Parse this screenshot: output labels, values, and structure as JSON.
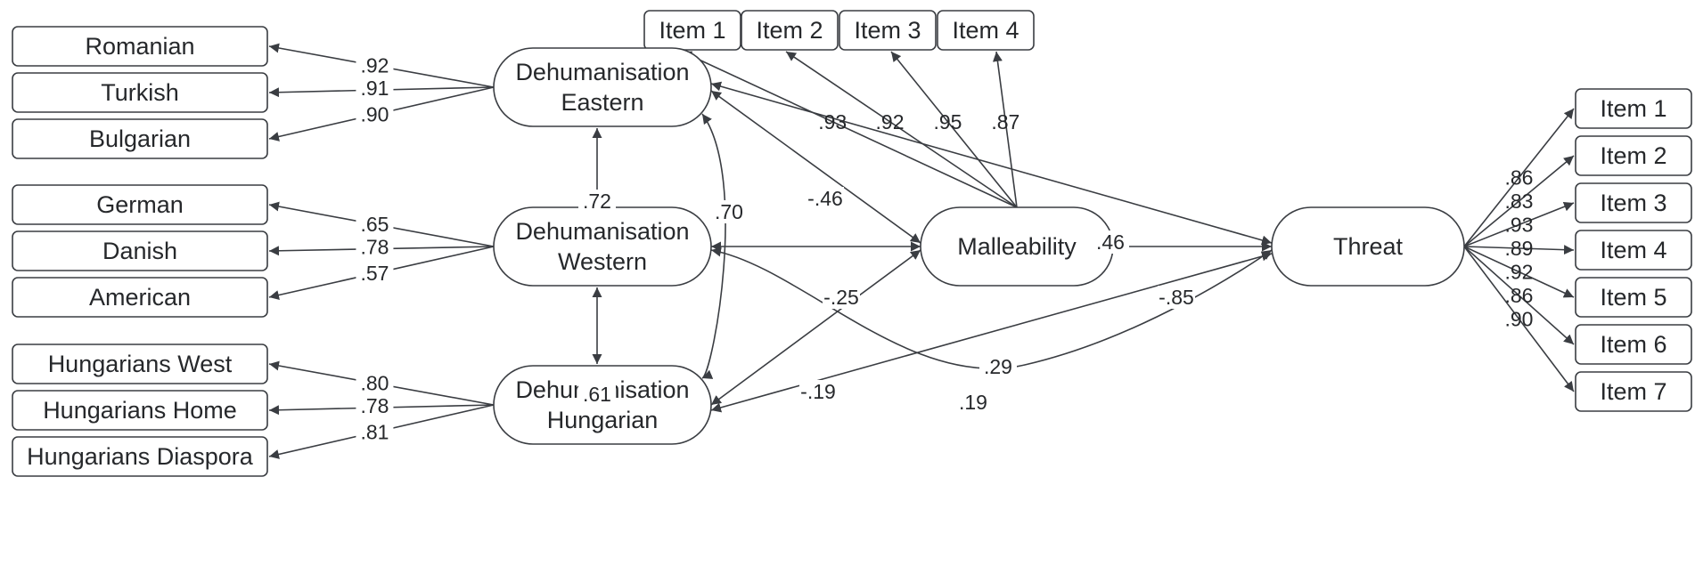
{
  "indicators": {
    "eastern": [
      "Romanian",
      "Turkish",
      "Bulgarian"
    ],
    "western": [
      "German",
      "Danish",
      "American"
    ],
    "hungarian": [
      "Hungarians West",
      "Hungarians Home",
      "Hungarians Diaspora"
    ],
    "malleability": [
      "Item 1",
      "Item 2",
      "Item 3",
      "Item 4"
    ],
    "threat": [
      "Item 1",
      "Item 2",
      "Item 3",
      "Item 4",
      "Item 5",
      "Item 6",
      "Item 7"
    ]
  },
  "latents": {
    "eastern": [
      "Dehumanisation",
      "Eastern"
    ],
    "western": [
      "Dehumanisation",
      "Western"
    ],
    "hungarian": [
      "Dehumanisation",
      "Hungarian"
    ],
    "malleability": [
      "Malleability"
    ],
    "threat": [
      "Threat"
    ]
  },
  "loadings": {
    "eastern": [
      ".92",
      ".91",
      ".90"
    ],
    "western": [
      ".65",
      ".78",
      ".57"
    ],
    "hungarian": [
      ".80",
      ".78",
      ".81"
    ],
    "malleability": [
      ".93",
      ".92",
      ".95",
      ".87"
    ],
    "threat": [
      ".86",
      ".83",
      ".93",
      ".89",
      ".92",
      ".86",
      ".90"
    ]
  },
  "paths": {
    "eastern_western": ".72",
    "western_hungarian": ".61",
    "eastern_hungarian": ".70",
    "eastern_malleability": "-.46",
    "eastern_threat": ".46",
    "western_malleability": "-.25",
    "western_threat": ".29",
    "hungarian_malleability": "-.19",
    "hungarian_threat": ".19",
    "malleability_threat": "-.85"
  },
  "colors": {
    "stroke": "#3a3d42",
    "text": "#26282b",
    "background": "#ffffff"
  }
}
